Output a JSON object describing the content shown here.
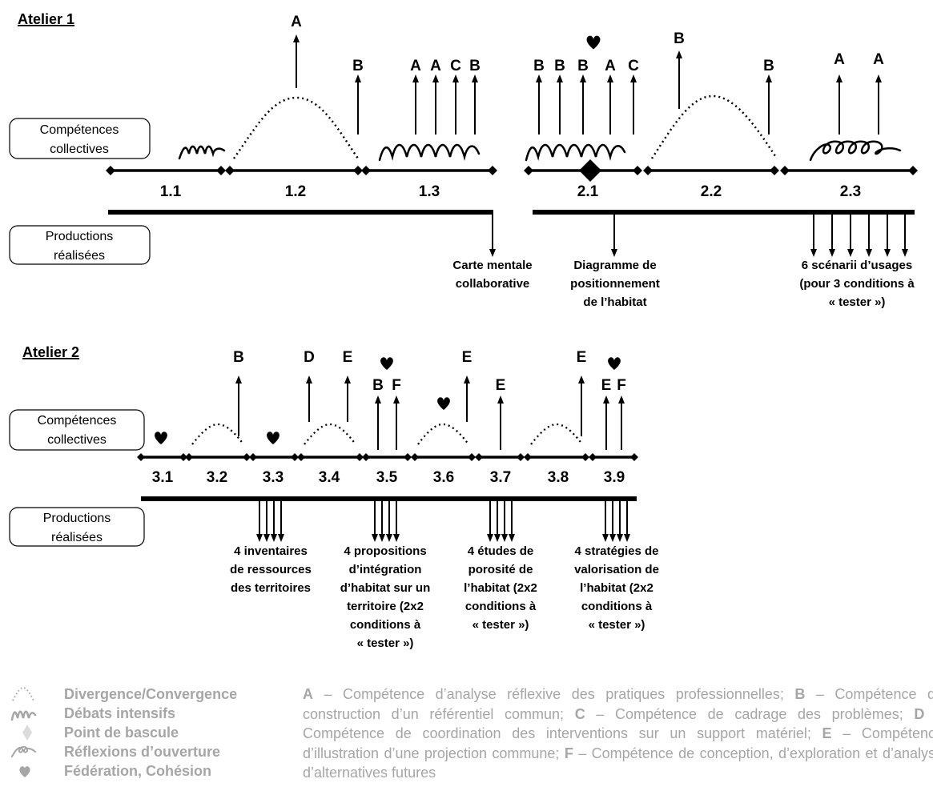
{
  "atelier1": {
    "title": "Atelier 1",
    "competences_label": [
      "Compétences",
      "collectives"
    ],
    "productions_label": [
      "Productions",
      "réalisées"
    ],
    "phases": [
      "1.1",
      "1.2",
      "1.3",
      "2.1",
      "2.2",
      "2.3"
    ],
    "competence_letters": [
      "A",
      "B",
      "A",
      "A",
      "C",
      "B",
      "B",
      "B",
      "B",
      "A",
      "C",
      "B",
      "B",
      "A",
      "A"
    ],
    "productions": [
      [
        "Carte mentale",
        "collaborative"
      ],
      [
        "Diagramme de",
        "positionnement",
        "de l’habitat"
      ],
      [
        "6 scénarii d’usages",
        "(pour 3 conditions à",
        "« tester »)"
      ]
    ]
  },
  "atelier2": {
    "title": "Atelier 2",
    "competences_label": [
      "Compétences",
      "collectives"
    ],
    "productions_label": [
      "Productions",
      "réalisées"
    ],
    "phases": [
      "3.1",
      "3.2",
      "3.3",
      "3.4",
      "3.5",
      "3.6",
      "3.7",
      "3.8",
      "3.9"
    ],
    "competence_letters": [
      "B",
      "D",
      "E",
      "B",
      "F",
      "E",
      "E",
      "E",
      "E",
      "F"
    ],
    "productions": [
      [
        "4 inventaires",
        "de ressources",
        "des territoires"
      ],
      [
        "4 propositions",
        "d’intégration",
        "d’habitat sur un",
        "territoire (2x2",
        "conditions à",
        "« tester »)"
      ],
      [
        "4 études de",
        "porosité de",
        "l’habitat (2x2",
        "conditions à",
        "« tester »)"
      ],
      [
        "4 stratégies de",
        "valorisation de",
        "l’habitat (2x2",
        "conditions à",
        "« tester »)"
      ]
    ]
  },
  "legend": {
    "items": [
      {
        "icon": "divergence-convergence-icon",
        "label": "Divergence/Convergence"
      },
      {
        "icon": "debats-intensifs-icon",
        "label": "Débats intensifs"
      },
      {
        "icon": "point-de-bascule-icon",
        "label": "Point de bascule"
      },
      {
        "icon": "reflexions-ouverture-icon",
        "label": "Réflexions d’ouverture"
      },
      {
        "icon": "federation-cohesion-icon",
        "label": "Fédération, Cohésion"
      }
    ],
    "color": "#a6a6a6"
  },
  "competences": [
    {
      "letter": "A",
      "text": " – Compétence d’analyse réflexive des pratiques professionnelles; "
    },
    {
      "letter": "B",
      "text": " – Compétence de construction d’un référentiel commun; "
    },
    {
      "letter": "C",
      "text": " – Compétence de cadrage des problèmes; "
    },
    {
      "letter": "D",
      "text": " – Compétence de coordination des interventions sur un support matériel; "
    },
    {
      "letter": "E",
      "text": " – Compétence d’illustration d’une projection commune; "
    },
    {
      "letter": "F",
      "text": " – Compétence de conception, d’exploration et d’analyse d’alternatives futures"
    }
  ]
}
